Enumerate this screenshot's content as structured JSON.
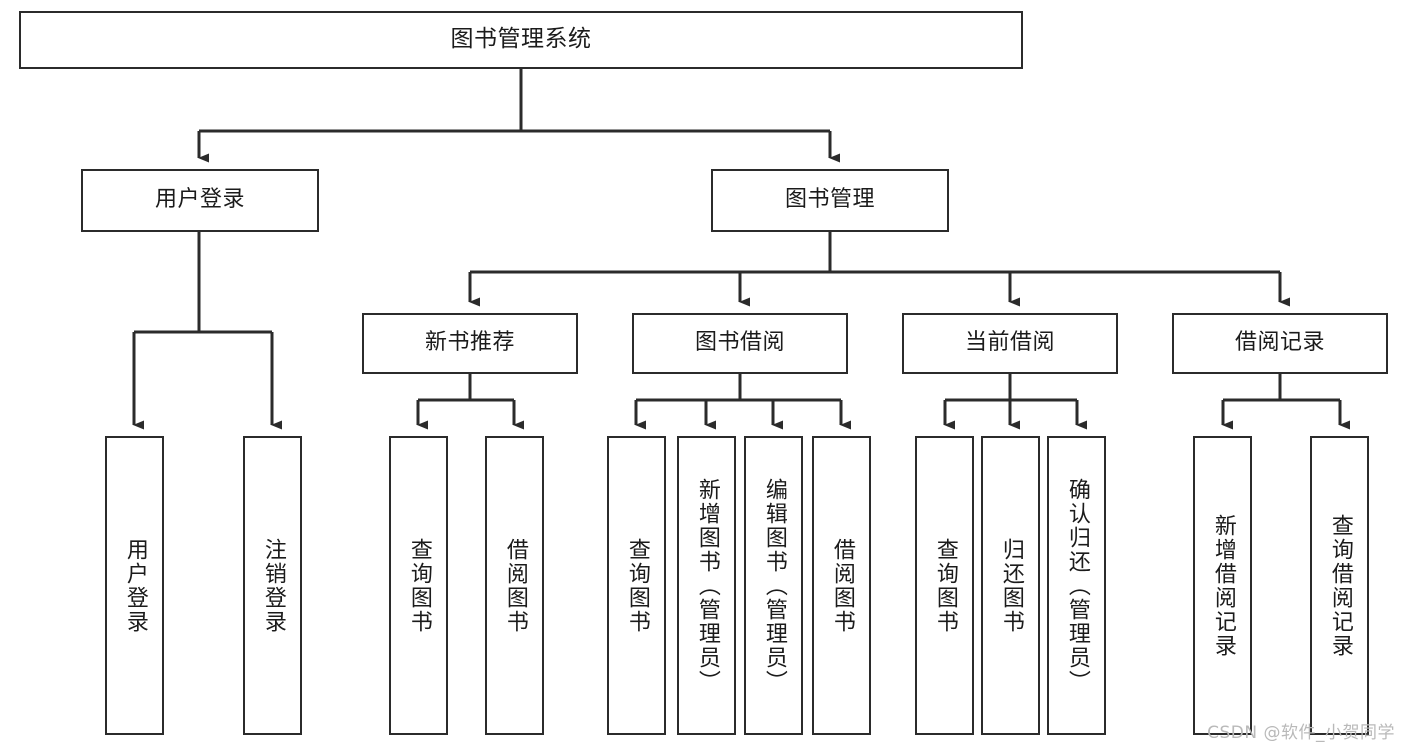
{
  "diagram": {
    "title": "图书管理系统",
    "type": "tree",
    "watermark": "CSDN @软件_小贺同学",
    "colors": {
      "box_border": "#2b2b2b",
      "box_fill": "#ffffff",
      "connector": "#2b2b2b",
      "text": "#1b1b1b",
      "watermark": "#b9b9b9",
      "background": "#ffffff"
    },
    "root": {
      "label": "图书管理系统",
      "orientation": "horizontal"
    },
    "level1": [
      {
        "label": "用户登录",
        "orientation": "horizontal"
      },
      {
        "label": "图书管理",
        "orientation": "horizontal"
      }
    ],
    "level2": [
      {
        "label": "新书推荐",
        "orientation": "horizontal",
        "parent": "图书管理"
      },
      {
        "label": "图书借阅",
        "orientation": "horizontal",
        "parent": "图书管理"
      },
      {
        "label": "当前借阅",
        "orientation": "horizontal",
        "parent": "图书管理"
      },
      {
        "label": "借阅记录",
        "orientation": "horizontal",
        "parent": "图书管理"
      }
    ],
    "leaves": [
      {
        "label": "用户登录",
        "orientation": "vertical",
        "parent": "用户登录"
      },
      {
        "label": "注销登录",
        "orientation": "vertical",
        "parent": "用户登录"
      },
      {
        "label": "查询图书",
        "orientation": "vertical",
        "parent": "新书推荐"
      },
      {
        "label": "借阅图书",
        "orientation": "vertical",
        "parent": "新书推荐"
      },
      {
        "label": "查询图书",
        "orientation": "vertical",
        "parent": "图书借阅"
      },
      {
        "label": "新增图书（管理员）",
        "orientation": "vertical",
        "parent": "图书借阅"
      },
      {
        "label": "编辑图书（管理员）",
        "orientation": "vertical",
        "parent": "图书借阅"
      },
      {
        "label": "借阅图书",
        "orientation": "vertical",
        "parent": "图书借阅"
      },
      {
        "label": "查询图书",
        "orientation": "vertical",
        "parent": "当前借阅"
      },
      {
        "label": "归还图书",
        "orientation": "vertical",
        "parent": "当前借阅"
      },
      {
        "label": "确认归还（管理员）",
        "orientation": "vertical",
        "parent": "当前借阅"
      },
      {
        "label": "新增借阅记录",
        "orientation": "vertical",
        "parent": "借阅记录"
      },
      {
        "label": "查询借阅记录",
        "orientation": "vertical",
        "parent": "借阅记录"
      }
    ]
  }
}
